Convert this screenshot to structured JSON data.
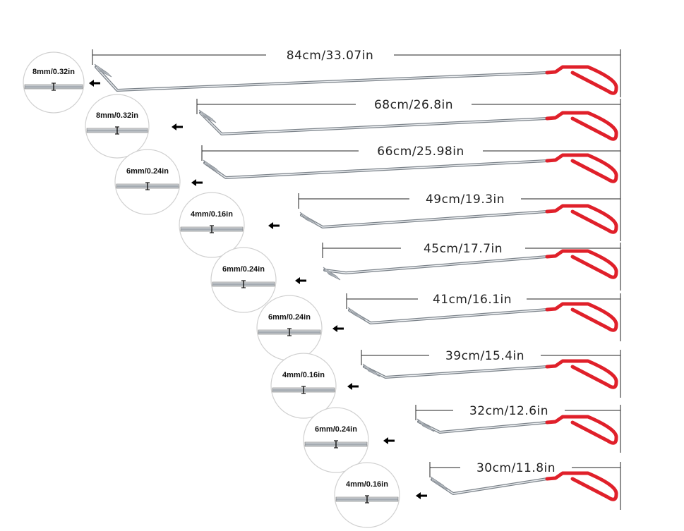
{
  "tools": [
    {
      "length": "84cm/33.07in",
      "diameter": "8mm/0.32in"
    },
    {
      "length": "68cm/26.8in",
      "diameter": "8mm/0.32in"
    },
    {
      "length": "66cm/25.98in",
      "diameter": "6mm/0.24in"
    },
    {
      "length": "49cm/19.3in",
      "diameter": "4mm/0.16in"
    },
    {
      "length": "45cm/17.7in",
      "diameter": "6mm/0.24in"
    },
    {
      "length": "41cm/16.1in",
      "diameter": "6mm/0.24in"
    },
    {
      "length": "39cm/15.4in",
      "diameter": "4mm/0.16in"
    },
    {
      "length": "32cm/12.6in",
      "diameter": "6mm/0.24in"
    },
    {
      "length": "30cm/11.8in",
      "diameter": "4mm/0.16in"
    }
  ],
  "colors": {
    "handle": "#e0202a",
    "rod": "#a9afb6",
    "line": "#222222"
  }
}
